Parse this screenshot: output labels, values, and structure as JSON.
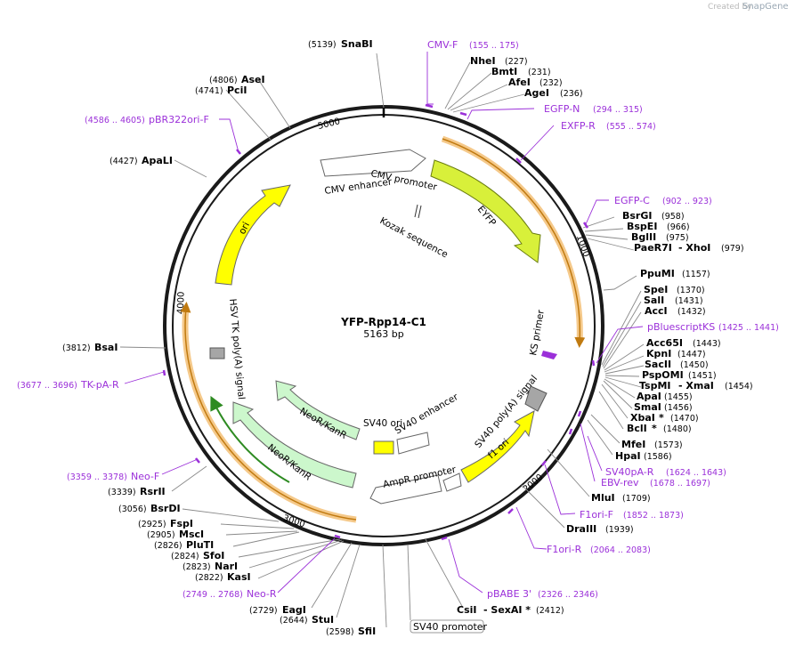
{
  "credit": {
    "text": "Created by",
    "brand": "SnapGene"
  },
  "plasmid": {
    "name": "YFP-Rpp14-C1",
    "length_label": "5163 bp",
    "length": 5163
  },
  "ticks": [
    {
      "bp": 1000,
      "label": "1000"
    },
    {
      "bp": 2000,
      "label": "2000"
    },
    {
      "bp": 3000,
      "label": "3000"
    },
    {
      "bp": 4000,
      "label": "4000"
    },
    {
      "bp": 5000,
      "label": "5000"
    }
  ],
  "sites": [
    {
      "pos": "(5139)",
      "name": "SnaBI"
    },
    {
      "pos": "(227)",
      "name": "NheI"
    },
    {
      "pos": "(231)",
      "name": "BmtI"
    },
    {
      "pos": "(232)",
      "name": "AfeI"
    },
    {
      "pos": "(236)",
      "name": "AgeI"
    },
    {
      "pos": "(958)",
      "name": "BsrGI"
    },
    {
      "pos": "(966)",
      "name": "BspEI"
    },
    {
      "pos": "(975)",
      "name": "BglII"
    },
    {
      "pos": "(979)",
      "name": "PaeR7I",
      "extra": "- XhoI"
    },
    {
      "pos": "(1157)",
      "name": "PpuMI"
    },
    {
      "pos": "(1370)",
      "name": "SpeI"
    },
    {
      "pos": "(1431)",
      "name": "SalI"
    },
    {
      "pos": "(1432)",
      "name": "AccI"
    },
    {
      "pos": "(1443)",
      "name": "Acc65I"
    },
    {
      "pos": "(1447)",
      "name": "KpnI"
    },
    {
      "pos": "(1450)",
      "name": "SacII"
    },
    {
      "pos": "(1451)",
      "name": "PspOMI"
    },
    {
      "pos": "(1454)",
      "name": "TspMI",
      "extra": "- XmaI"
    },
    {
      "pos": "(1455)",
      "name": "ApaI"
    },
    {
      "pos": "(1456)",
      "name": "SmaI"
    },
    {
      "pos": "(1470)",
      "name": "XbaI",
      "extra": "*"
    },
    {
      "pos": "(1480)",
      "name": "BclI",
      "extra": "*"
    },
    {
      "pos": "(1573)",
      "name": "MfeI"
    },
    {
      "pos": "(1586)",
      "name": "HpaI"
    },
    {
      "pos": "(1709)",
      "name": "MluI"
    },
    {
      "pos": "(1939)",
      "name": "DraIII"
    },
    {
      "pos": "(2412)",
      "name": "CsiI",
      "extra": "- SexAI *"
    },
    {
      "pos": "(2598)",
      "name": "SfiI"
    },
    {
      "pos": "(2644)",
      "name": "StuI"
    },
    {
      "pos": "(2729)",
      "name": "EagI"
    },
    {
      "pos": "(2822)",
      "name": "KasI"
    },
    {
      "pos": "(2823)",
      "name": "NarI"
    },
    {
      "pos": "(2824)",
      "name": "SfoI"
    },
    {
      "pos": "(2826)",
      "name": "PluTI"
    },
    {
      "pos": "(2905)",
      "name": "MscI"
    },
    {
      "pos": "(2925)",
      "name": "FspI"
    },
    {
      "pos": "(3056)",
      "name": "BsrDI"
    },
    {
      "pos": "(3339)",
      "name": "RsrII"
    },
    {
      "pos": "(3812)",
      "name": "BsaI"
    },
    {
      "pos": "(4427)",
      "name": "ApaLI"
    },
    {
      "pos": "(4741)",
      "name": "PciI"
    },
    {
      "pos": "(4806)",
      "name": "AseI"
    }
  ],
  "primers": [
    {
      "name": "CMV-F",
      "pos": "(155 .. 175)"
    },
    {
      "name": "EGFP-N",
      "pos": "(294 .. 315)"
    },
    {
      "name": "EXFP-R",
      "pos": "(555 .. 574)"
    },
    {
      "name": "EGFP-C",
      "pos": "(902 .. 923)"
    },
    {
      "name": "pBluescriptKS",
      "pos": "(1425 .. 1441)"
    },
    {
      "name": "SV40pA-R",
      "pos": "(1624 .. 1643)"
    },
    {
      "name": "EBV-rev",
      "pos": "(1678 .. 1697)"
    },
    {
      "name": "F1ori-F",
      "pos": "(1852 .. 1873)"
    },
    {
      "name": "F1ori-R",
      "pos": "(2064 .. 2083)"
    },
    {
      "name": "pBABE 3'",
      "pos": "(2326 .. 2346)"
    },
    {
      "name": "Neo-R",
      "pos": "(2749 .. 2768)"
    },
    {
      "name": "Neo-F",
      "pos": "(3359 .. 3378)"
    },
    {
      "name": "TK-pA-R",
      "pos": "(3677 .. 3696)"
    },
    {
      "name": "pBR322ori-F",
      "pos": "(4586 .. 4605)"
    }
  ],
  "features": {
    "cmv_enhancer": "CMV enhancer",
    "cmv_promoter": "CMV promoter",
    "eyfp": "EYFP",
    "kozak": "Kozak sequence",
    "ks_primer": "KS primer",
    "sv40_polya": "SV40 poly(A) signal",
    "f1_ori": "f1 ori",
    "ampr_promoter": "AmpR promoter",
    "sv40_ori": "SV40 ori",
    "sv40_enhancer": "SV40 enhancer",
    "neor_inner": "NeoR/KanR",
    "neor_outer": "NeoR/KanR",
    "hsv_tk": "HSV TK poly(A) signal",
    "ori": "ori",
    "sv40_promoter": "SV40 promoter"
  },
  "colors": {
    "eyfp": "#d8f03a",
    "yellow": "#ffff00",
    "green_light": "#ccf7cc",
    "gray": "#a6a6a6",
    "orange_highlight": "#f5c98a",
    "primer": "#9b30d9",
    "dark_green": "#2e8b22"
  }
}
